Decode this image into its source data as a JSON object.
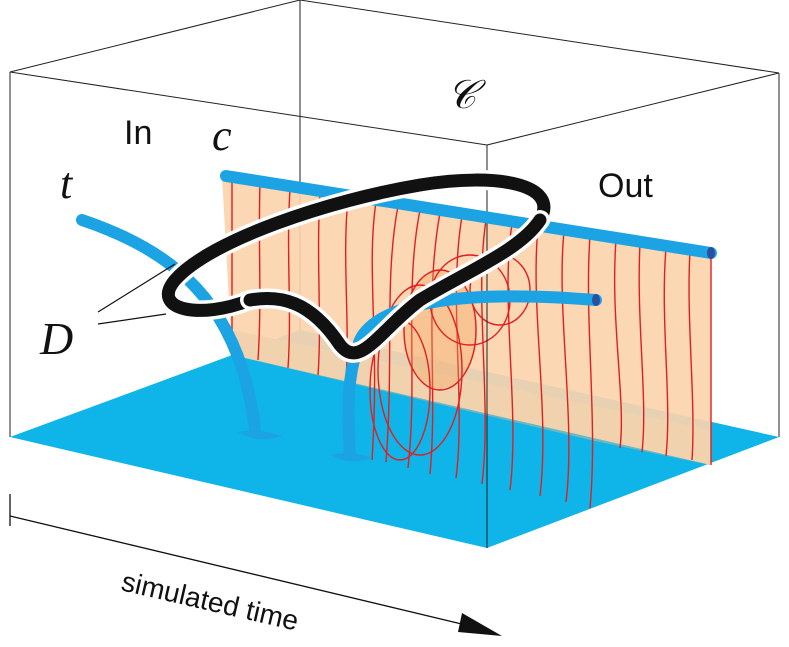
{
  "labels": {
    "in": "In",
    "out": "Out",
    "cal_c": "𝒞",
    "c": "c",
    "t": "t",
    "D": "D",
    "time_axis": "simulated time"
  },
  "colors": {
    "floor": "#0fb4e8",
    "tube": "#1ba3e4",
    "sheet": "#fbd4ad",
    "sheet_shadow": "#7fb7b9",
    "field_line": "#e02020",
    "knot": "#111111",
    "edge": "#222222"
  },
  "icons": {
    "axis_arrow": "arrow-right-icon"
  }
}
